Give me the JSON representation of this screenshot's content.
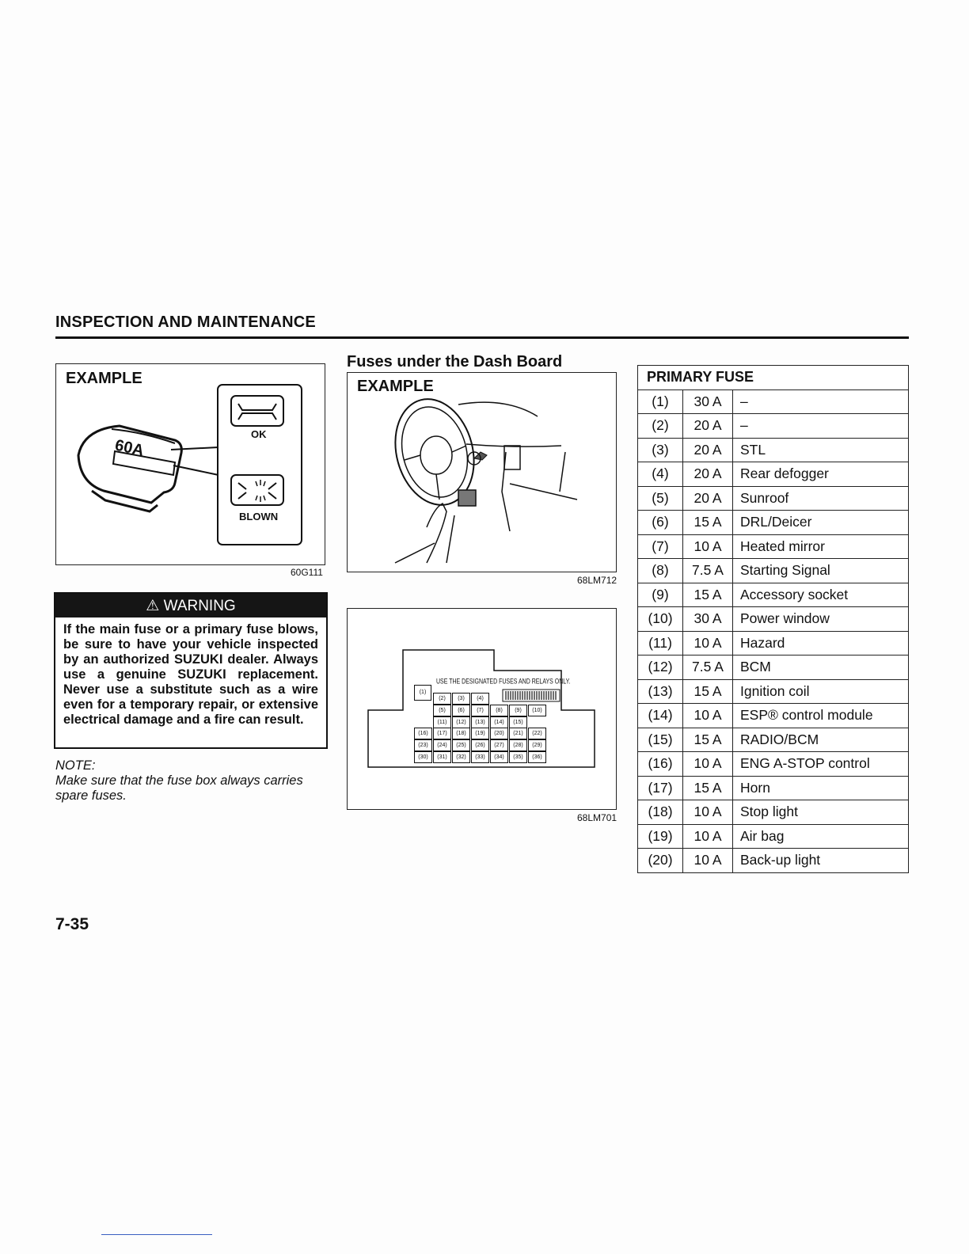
{
  "header": {
    "section_title": "INSPECTION AND MAINTENANCE"
  },
  "figure_main_fuse": {
    "label": "EXAMPLE",
    "fuse_text": "60A",
    "ok_label": "OK",
    "blown_label": "BLOWN",
    "code": "60G111"
  },
  "warning": {
    "title": "WARNING",
    "text": "If the main fuse or a primary fuse blows, be sure to have your vehicle inspected by an authorized SUZUKI dealer. Always use a genuine SUZUKI replacement. Never use a substitute such as a wire even for a temporary repair, or extensive electrical damage and a fire can result."
  },
  "note": {
    "label": "NOTE:",
    "text": "Make sure that the fuse box always carries spare fuses."
  },
  "dash": {
    "title": "Fuses under the Dash Board",
    "figure_label": "EXAMPLE",
    "figure_code": "68LM712"
  },
  "fuse_box": {
    "caption": "USE THE DESIGNATED FUSES AND RELAYS ONLY.",
    "code": "68LM701",
    "slots": [
      "(1)",
      "(2)",
      "(3)",
      "(4)",
      "(5)",
      "(6)",
      "(7)",
      "(8)",
      "(9)",
      "(10)",
      "(11)",
      "(12)",
      "(13)",
      "(14)",
      "(15)",
      "(16)",
      "(17)",
      "(18)",
      "(19)",
      "(20)",
      "(21)",
      "(22)",
      "(23)",
      "(24)",
      "(25)",
      "(26)",
      "(27)",
      "(28)",
      "(29)",
      "(30)",
      "(31)",
      "(32)",
      "(33)",
      "(34)",
      "(35)",
      "(36)"
    ]
  },
  "primary_fuse_table": {
    "header": "PRIMARY FUSE",
    "rows": [
      {
        "num": "(1)",
        "amp": "30 A",
        "name": "–"
      },
      {
        "num": "(2)",
        "amp": "20 A",
        "name": "–"
      },
      {
        "num": "(3)",
        "amp": "20 A",
        "name": "STL"
      },
      {
        "num": "(4)",
        "amp": "20 A",
        "name": "Rear defogger"
      },
      {
        "num": "(5)",
        "amp": "20 A",
        "name": "Sunroof"
      },
      {
        "num": "(6)",
        "amp": "15 A",
        "name": "DRL/Deicer"
      },
      {
        "num": "(7)",
        "amp": "10 A",
        "name": "Heated mirror"
      },
      {
        "num": "(8)",
        "amp": "7.5 A",
        "name": "Starting Signal"
      },
      {
        "num": "(9)",
        "amp": "15 A",
        "name": "Accessory socket"
      },
      {
        "num": "(10)",
        "amp": "30 A",
        "name": "Power window"
      },
      {
        "num": "(11)",
        "amp": "10 A",
        "name": "Hazard"
      },
      {
        "num": "(12)",
        "amp": "7.5 A",
        "name": "BCM"
      },
      {
        "num": "(13)",
        "amp": "15 A",
        "name": "Ignition coil"
      },
      {
        "num": "(14)",
        "amp": "10 A",
        "name": "ESP® control module"
      },
      {
        "num": "(15)",
        "amp": "15 A",
        "name": "RADIO/BCM"
      },
      {
        "num": "(16)",
        "amp": "10 A",
        "name": "ENG A-STOP control"
      },
      {
        "num": "(17)",
        "amp": "15 A",
        "name": "Horn"
      },
      {
        "num": "(18)",
        "amp": "10 A",
        "name": "Stop light"
      },
      {
        "num": "(19)",
        "amp": "10 A",
        "name": "Air bag"
      },
      {
        "num": "(20)",
        "amp": "10 A",
        "name": "Back-up light"
      }
    ]
  },
  "footer": {
    "page_number": "7-35"
  }
}
